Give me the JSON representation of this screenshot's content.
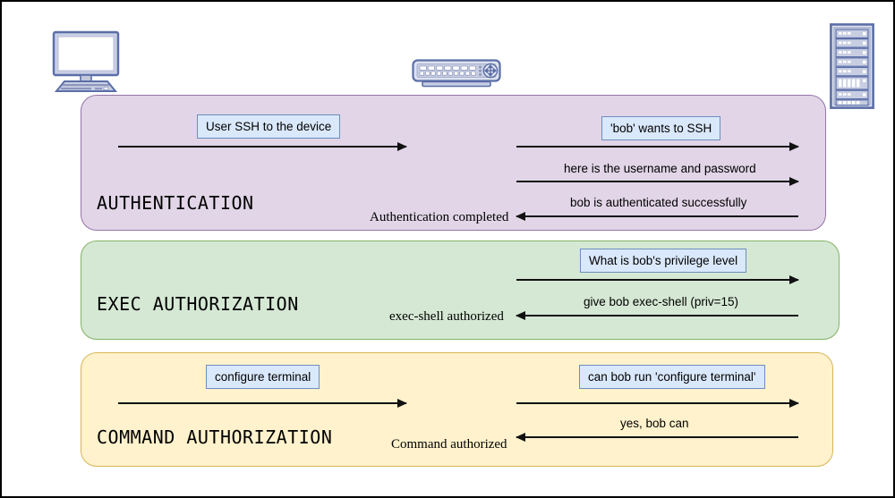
{
  "diagram": {
    "title_auth": "AUTHENTICATION",
    "title_exec": "EXEC AUTHORIZATION",
    "title_cmd": "COMMAND AUTHORIZATION",
    "colors": {
      "auth_fill": "#e1d5e7",
      "auth_stroke": "#9673a6",
      "exec_fill": "#d5e8d4",
      "exec_stroke": "#82b366",
      "cmd_fill": "#fff2cc",
      "cmd_stroke": "#d6b656",
      "label_fill": "#dae8fc",
      "label_stroke": "#6c8ebf",
      "arrow": "#111111",
      "frame": "#000000",
      "device_blue": "#7a8ec0"
    }
  },
  "nodes": {
    "client": "user-computer-icon",
    "device": "network-switch-icon",
    "server": "server-rack-icon"
  },
  "authentication": {
    "client_to_device": "User SSH to the device",
    "device_to_server_1": "'bob' wants to SSH",
    "device_to_server_2": "here is the username and password",
    "server_to_device": "bob is authenticated successfully",
    "device_to_client": "Authentication completed"
  },
  "exec_authorization": {
    "device_to_server": "What is bob's privilege level",
    "server_to_device": "give bob exec-shell (priv=15)",
    "device_to_client": "exec-shell authorized"
  },
  "command_authorization": {
    "client_to_device": "configure terminal",
    "device_to_server": "can bob run 'configure terminal'",
    "server_to_device": "yes, bob can",
    "device_to_client": "Command authorized"
  }
}
